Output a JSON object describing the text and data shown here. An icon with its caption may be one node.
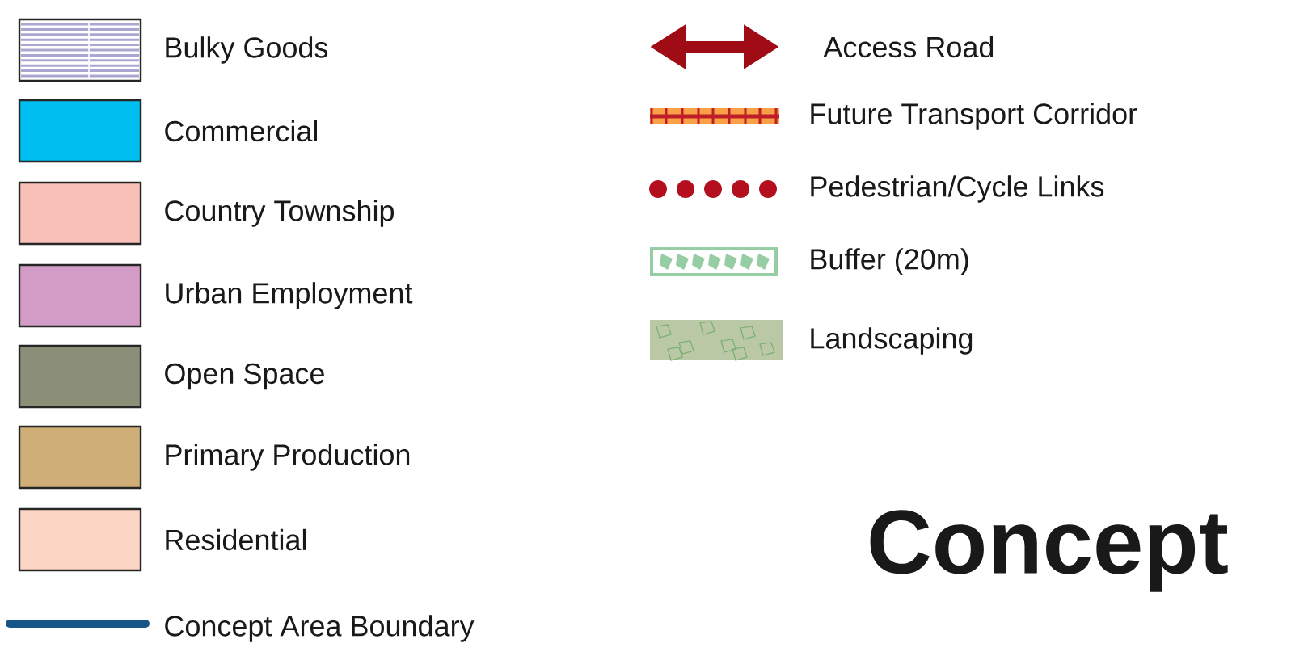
{
  "diagram": {
    "title": "Concept",
    "legend": [
      {
        "text": "Bulky Goods"
      },
      {
        "text": "Commercial",
        "color": "#00bef0"
      },
      {
        "text": "Country Township",
        "color": "#f9c0b8"
      },
      {
        "text": "Urban Employment",
        "color": "#d39cc6"
      },
      {
        "text": "Open Space",
        "color": "#8b8f77"
      },
      {
        "text": "Primary Production",
        "color": "#cfae78"
      },
      {
        "text": "Residential",
        "color": "#fdd5c4"
      },
      {
        "text": "Concept Area Boundary"
      },
      {
        "text": "Access Road"
      },
      {
        "text": "Future Transport Corridor"
      },
      {
        "text": "Pedestrian/Cycle Links"
      },
      {
        "text": "Buffer (20m)"
      },
      {
        "text": "Landscaping"
      }
    ]
  }
}
